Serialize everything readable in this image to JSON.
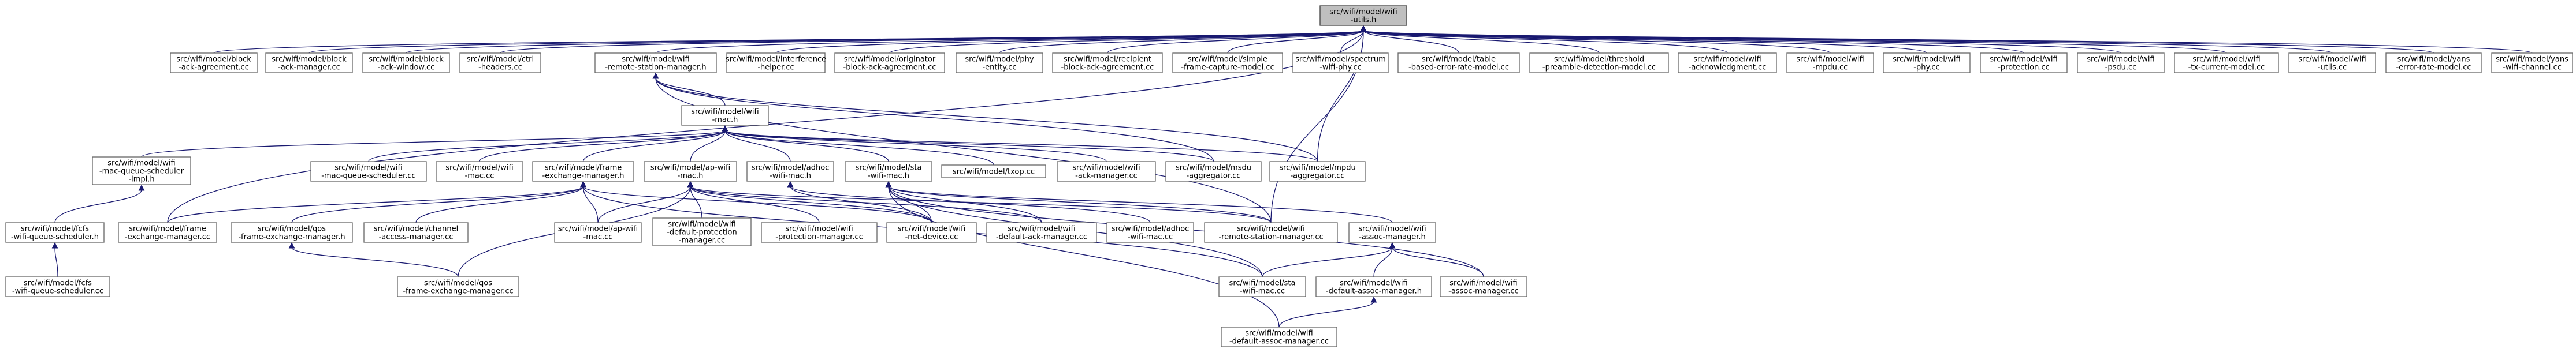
{
  "graph": {
    "root": "wifi_utils_h",
    "nodes": [
      {
        "id": "wifi_utils_h",
        "lines": [
          "src/wifi/model/wifi",
          "-utils.h"
        ],
        "type": "header",
        "root": true
      },
      {
        "id": "block_ack_agreement_cc",
        "lines": [
          "src/wifi/model/block",
          "-ack-agreement.cc"
        ],
        "type": "source"
      },
      {
        "id": "block_ack_manager_cc",
        "lines": [
          "src/wifi/model/block",
          "-ack-manager.cc"
        ],
        "type": "source"
      },
      {
        "id": "block_ack_window_cc",
        "lines": [
          "src/wifi/model/block",
          "-ack-window.cc"
        ],
        "type": "source"
      },
      {
        "id": "ctrl_headers_cc",
        "lines": [
          "src/wifi/model/ctrl",
          "-headers.cc"
        ],
        "type": "source"
      },
      {
        "id": "remote_station_manager_h",
        "lines": [
          "src/wifi/model/wifi",
          "-remote-station-manager.h"
        ],
        "type": "header"
      },
      {
        "id": "interference_helper_cc",
        "lines": [
          "src/wifi/model/interference",
          "-helper.cc"
        ],
        "type": "source"
      },
      {
        "id": "originator_block_ack_cc",
        "lines": [
          "src/wifi/model/originator",
          "-block-ack-agreement.cc"
        ],
        "type": "source"
      },
      {
        "id": "phy_entity_cc",
        "lines": [
          "src/wifi/model/phy",
          "-entity.cc"
        ],
        "type": "source"
      },
      {
        "id": "recipient_block_ack_cc",
        "lines": [
          "src/wifi/model/recipient",
          "-block-ack-agreement.cc"
        ],
        "type": "source"
      },
      {
        "id": "simple_frame_capture_cc",
        "lines": [
          "src/wifi/model/simple",
          "-frame-capture-model.cc"
        ],
        "type": "source"
      },
      {
        "id": "spectrum_wifi_phy_cc",
        "lines": [
          "src/wifi/model/spectrum",
          "-wifi-phy.cc"
        ],
        "type": "source"
      },
      {
        "id": "table_error_rate_cc",
        "lines": [
          "src/wifi/model/table",
          "-based-error-rate-model.cc"
        ],
        "type": "source"
      },
      {
        "id": "threshold_preamble_cc",
        "lines": [
          "src/wifi/model/threshold",
          "-preamble-detection-model.cc"
        ],
        "type": "source"
      },
      {
        "id": "wifi_ack_cc",
        "lines": [
          "src/wifi/model/wifi",
          "-acknowledgment.cc"
        ],
        "type": "source"
      },
      {
        "id": "wifi_mpdu_cc",
        "lines": [
          "src/wifi/model/wifi",
          "-mpdu.cc"
        ],
        "type": "source"
      },
      {
        "id": "wifi_phy_cc",
        "lines": [
          "src/wifi/model/wifi",
          "-phy.cc"
        ],
        "type": "source"
      },
      {
        "id": "wifi_protection_cc",
        "lines": [
          "src/wifi/model/wifi",
          "-protection.cc"
        ],
        "type": "source"
      },
      {
        "id": "wifi_psdu_cc",
        "lines": [
          "src/wifi/model/wifi",
          "-psdu.cc"
        ],
        "type": "source"
      },
      {
        "id": "wifi_tx_current_cc",
        "lines": [
          "src/wifi/model/wifi",
          "-tx-current-model.cc"
        ],
        "type": "source"
      },
      {
        "id": "wifi_utils_cc",
        "lines": [
          "src/wifi/model/wifi",
          "-utils.cc"
        ],
        "type": "source"
      },
      {
        "id": "yans_error_rate_cc",
        "lines": [
          "src/wifi/model/yans",
          "-error-rate-model.cc"
        ],
        "type": "source"
      },
      {
        "id": "yans_wifi_channel_cc",
        "lines": [
          "src/wifi/model/yans",
          "-wifi-channel.cc"
        ],
        "type": "source"
      },
      {
        "id": "wifi_mac_h",
        "lines": [
          "src/wifi/model/wifi",
          "-mac.h"
        ],
        "type": "header"
      },
      {
        "id": "mac_queue_sched_impl_h",
        "lines": [
          "src/wifi/model/wifi",
          "-mac-queue-scheduler",
          "-impl.h"
        ],
        "type": "header"
      },
      {
        "id": "mac_queue_sched_cc",
        "lines": [
          "src/wifi/model/wifi",
          "-mac-queue-scheduler.cc"
        ],
        "type": "source"
      },
      {
        "id": "wifi_mac_cc",
        "lines": [
          "src/wifi/model/wifi",
          "-mac.cc"
        ],
        "type": "source"
      },
      {
        "id": "frame_exchange_manager_h",
        "lines": [
          "src/wifi/model/frame",
          "-exchange-manager.h"
        ],
        "type": "header"
      },
      {
        "id": "ap_wifi_mac_h",
        "lines": [
          "src/wifi/model/ap-wifi",
          "-mac.h"
        ],
        "type": "header"
      },
      {
        "id": "adhoc_wifi_mac_h",
        "lines": [
          "src/wifi/model/adhoc",
          "-wifi-mac.h"
        ],
        "type": "header"
      },
      {
        "id": "sta_wifi_mac_h",
        "lines": [
          "src/wifi/model/sta",
          "-wifi-mac.h"
        ],
        "type": "header"
      },
      {
        "id": "txop_cc",
        "lines": [
          "src/wifi/model/txop.cc"
        ],
        "type": "source"
      },
      {
        "id": "wifi_ack_manager_cc",
        "lines": [
          "src/wifi/model/wifi",
          "-ack-manager.cc"
        ],
        "type": "source"
      },
      {
        "id": "msdu_aggregator_cc",
        "lines": [
          "src/wifi/model/msdu",
          "-aggregator.cc"
        ],
        "type": "source"
      },
      {
        "id": "mpdu_aggregator_cc",
        "lines": [
          "src/wifi/model/mpdu",
          "-aggregator.cc"
        ],
        "type": "source"
      },
      {
        "id": "fcfs_sched_h",
        "lines": [
          "src/wifi/model/fcfs",
          "-wifi-queue-scheduler.h"
        ],
        "type": "header"
      },
      {
        "id": "frame_exchange_manager_cc",
        "lines": [
          "src/wifi/model/frame",
          "-exchange-manager.cc"
        ],
        "type": "source"
      },
      {
        "id": "qos_fem_h",
        "lines": [
          "src/wifi/model/qos",
          "-frame-exchange-manager.h"
        ],
        "type": "header"
      },
      {
        "id": "channel_access_cc",
        "lines": [
          "src/wifi/model/channel",
          "-access-manager.cc"
        ],
        "type": "source"
      },
      {
        "id": "ap_wifi_mac_cc",
        "lines": [
          "src/wifi/model/ap-wifi",
          "-mac.cc"
        ],
        "type": "source"
      },
      {
        "id": "default_protection_cc",
        "lines": [
          "src/wifi/model/wifi",
          "-default-protection",
          "-manager.cc"
        ],
        "type": "source"
      },
      {
        "id": "wifi_protection_manager_cc",
        "lines": [
          "src/wifi/model/wifi",
          "-protection-manager.cc"
        ],
        "type": "source"
      },
      {
        "id": "wifi_net_device_cc",
        "lines": [
          "src/wifi/model/wifi",
          "-net-device.cc"
        ],
        "type": "source"
      },
      {
        "id": "default_ack_manager_cc",
        "lines": [
          "src/wifi/model/wifi",
          "-default-ack-manager.cc"
        ],
        "type": "source"
      },
      {
        "id": "adhoc_wifi_mac_cc",
        "lines": [
          "src/wifi/model/adhoc",
          "-wifi-mac.cc"
        ],
        "type": "source"
      },
      {
        "id": "remote_station_manager_cc",
        "lines": [
          "src/wifi/model/wifi",
          "-remote-station-manager.cc"
        ],
        "type": "source"
      },
      {
        "id": "assoc_manager_h",
        "lines": [
          "src/wifi/model/wifi",
          "-assoc-manager.h"
        ],
        "type": "header"
      },
      {
        "id": "fcfs_sched_cc",
        "lines": [
          "src/wifi/model/fcfs",
          "-wifi-queue-scheduler.cc"
        ],
        "type": "source"
      },
      {
        "id": "qos_fem_cc",
        "lines": [
          "src/wifi/model/qos",
          "-frame-exchange-manager.cc"
        ],
        "type": "source"
      },
      {
        "id": "sta_wifi_mac_cc",
        "lines": [
          "src/wifi/model/sta",
          "-wifi-mac.cc"
        ],
        "type": "source"
      },
      {
        "id": "default_assoc_manager_h",
        "lines": [
          "src/wifi/model/wifi",
          "-default-assoc-manager.h"
        ],
        "type": "header"
      },
      {
        "id": "assoc_manager_cc",
        "lines": [
          "src/wifi/model/wifi",
          "-assoc-manager.cc"
        ],
        "type": "source"
      },
      {
        "id": "default_assoc_manager_cc",
        "lines": [
          "src/wifi/model/wifi",
          "-default-assoc-manager.cc"
        ],
        "type": "source"
      }
    ],
    "edges": [
      [
        "wifi_utils_h",
        "block_ack_agreement_cc"
      ],
      [
        "wifi_utils_h",
        "block_ack_manager_cc"
      ],
      [
        "wifi_utils_h",
        "block_ack_window_cc"
      ],
      [
        "wifi_utils_h",
        "ctrl_headers_cc"
      ],
      [
        "wifi_utils_h",
        "remote_station_manager_h"
      ],
      [
        "wifi_utils_h",
        "interference_helper_cc"
      ],
      [
        "wifi_utils_h",
        "originator_block_ack_cc"
      ],
      [
        "wifi_utils_h",
        "phy_entity_cc"
      ],
      [
        "wifi_utils_h",
        "recipient_block_ack_cc"
      ],
      [
        "wifi_utils_h",
        "simple_frame_capture_cc"
      ],
      [
        "wifi_utils_h",
        "spectrum_wifi_phy_cc"
      ],
      [
        "wifi_utils_h",
        "table_error_rate_cc"
      ],
      [
        "wifi_utils_h",
        "threshold_preamble_cc"
      ],
      [
        "wifi_utils_h",
        "wifi_ack_cc"
      ],
      [
        "wifi_utils_h",
        "wifi_mpdu_cc"
      ],
      [
        "wifi_utils_h",
        "wifi_phy_cc"
      ],
      [
        "wifi_utils_h",
        "wifi_protection_cc"
      ],
      [
        "wifi_utils_h",
        "wifi_psdu_cc"
      ],
      [
        "wifi_utils_h",
        "wifi_tx_current_cc"
      ],
      [
        "wifi_utils_h",
        "wifi_utils_cc"
      ],
      [
        "wifi_utils_h",
        "yans_error_rate_cc"
      ],
      [
        "wifi_utils_h",
        "yans_wifi_channel_cc"
      ],
      [
        "wifi_utils_h",
        "frame_exchange_manager_cc"
      ],
      [
        "wifi_utils_h",
        "mpdu_aggregator_cc"
      ],
      [
        "wifi_utils_h",
        "remote_station_manager_cc"
      ],
      [
        "remote_station_manager_h",
        "wifi_mac_h"
      ],
      [
        "remote_station_manager_h",
        "msdu_aggregator_cc"
      ],
      [
        "remote_station_manager_h",
        "mpdu_aggregator_cc"
      ],
      [
        "remote_station_manager_h",
        "remote_station_manager_cc"
      ],
      [
        "wifi_mac_h",
        "mac_queue_sched_impl_h"
      ],
      [
        "wifi_mac_h",
        "mac_queue_sched_cc"
      ],
      [
        "wifi_mac_h",
        "wifi_mac_cc"
      ],
      [
        "wifi_mac_h",
        "frame_exchange_manager_h"
      ],
      [
        "wifi_mac_h",
        "ap_wifi_mac_h"
      ],
      [
        "wifi_mac_h",
        "adhoc_wifi_mac_h"
      ],
      [
        "wifi_mac_h",
        "sta_wifi_mac_h"
      ],
      [
        "wifi_mac_h",
        "txop_cc"
      ],
      [
        "wifi_mac_h",
        "wifi_ack_manager_cc"
      ],
      [
        "wifi_mac_h",
        "msdu_aggregator_cc"
      ],
      [
        "wifi_mac_h",
        "mpdu_aggregator_cc"
      ],
      [
        "mac_queue_sched_impl_h",
        "fcfs_sched_h"
      ],
      [
        "fcfs_sched_h",
        "fcfs_sched_cc"
      ],
      [
        "frame_exchange_manager_h",
        "frame_exchange_manager_cc"
      ],
      [
        "frame_exchange_manager_h",
        "qos_fem_h"
      ],
      [
        "frame_exchange_manager_h",
        "channel_access_cc"
      ],
      [
        "frame_exchange_manager_h",
        "ap_wifi_mac_cc"
      ],
      [
        "frame_exchange_manager_h",
        "wifi_net_device_cc"
      ],
      [
        "frame_exchange_manager_h",
        "sta_wifi_mac_cc"
      ],
      [
        "qos_fem_h",
        "qos_fem_cc"
      ],
      [
        "ap_wifi_mac_h",
        "ap_wifi_mac_cc"
      ],
      [
        "ap_wifi_mac_h",
        "default_protection_cc"
      ],
      [
        "ap_wifi_mac_h",
        "wifi_protection_manager_cc"
      ],
      [
        "ap_wifi_mac_h",
        "wifi_net_device_cc"
      ],
      [
        "ap_wifi_mac_h",
        "default_ack_manager_cc"
      ],
      [
        "ap_wifi_mac_h",
        "remote_station_manager_cc"
      ],
      [
        "ap_wifi_mac_h",
        "qos_fem_cc"
      ],
      [
        "adhoc_wifi_mac_h",
        "adhoc_wifi_mac_cc"
      ],
      [
        "adhoc_wifi_mac_h",
        "wifi_net_device_cc"
      ],
      [
        "sta_wifi_mac_h",
        "wifi_net_device_cc"
      ],
      [
        "sta_wifi_mac_h",
        "default_ack_manager_cc"
      ],
      [
        "sta_wifi_mac_h",
        "remote_station_manager_cc"
      ],
      [
        "sta_wifi_mac_h",
        "assoc_manager_h"
      ],
      [
        "sta_wifi_mac_h",
        "sta_wifi_mac_cc"
      ],
      [
        "sta_wifi_mac_h",
        "assoc_manager_cc"
      ],
      [
        "sta_wifi_mac_h",
        "default_assoc_manager_cc"
      ],
      [
        "assoc_manager_h",
        "sta_wifi_mac_cc"
      ],
      [
        "assoc_manager_h",
        "default_assoc_manager_h"
      ],
      [
        "assoc_manager_h",
        "assoc_manager_cc"
      ],
      [
        "default_assoc_manager_h",
        "default_assoc_manager_cc"
      ]
    ]
  }
}
